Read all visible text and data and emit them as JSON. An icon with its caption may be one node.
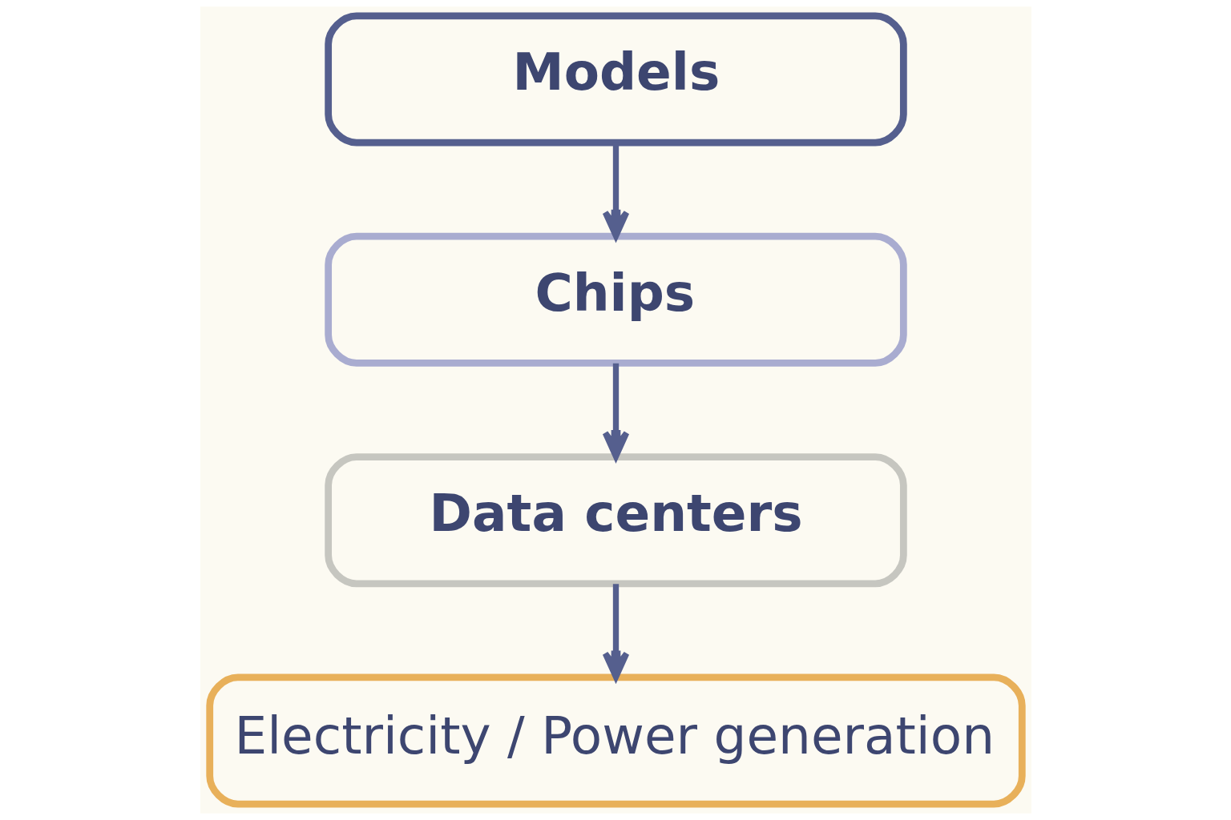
{
  "diagram": {
    "nodes": [
      {
        "text": [
          "Models"
        ]
      },
      {
        "text": [
          "Chips"
        ]
      },
      {
        "text": [
          "Data centers"
        ]
      },
      {
        "text": [
          "Electricity / Power generation"
        ]
      }
    ],
    "edges": [
      {
        "from": 0,
        "to": 1,
        "arrow": "to"
      },
      {
        "from": 1,
        "to": 2,
        "arrow": "to"
      },
      {
        "from": 2,
        "to": 3,
        "arrow": "to"
      }
    ]
  }
}
